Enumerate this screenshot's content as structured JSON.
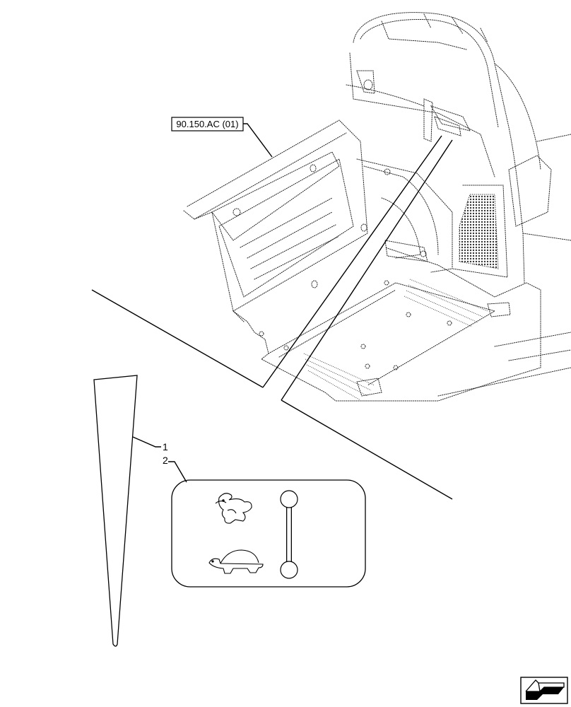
{
  "reference_code": "90.150.AC (01)",
  "callouts": [
    {
      "number": "1"
    },
    {
      "number": "2"
    }
  ],
  "icons": {
    "fast_speed": "rabbit-icon",
    "slow_speed": "turtle-icon",
    "range_indicator": "slider-track-icon",
    "navigation": "arrow-back-icon"
  },
  "colors": {
    "line": "#000000",
    "background": "#ffffff",
    "mesh": "#333333"
  }
}
